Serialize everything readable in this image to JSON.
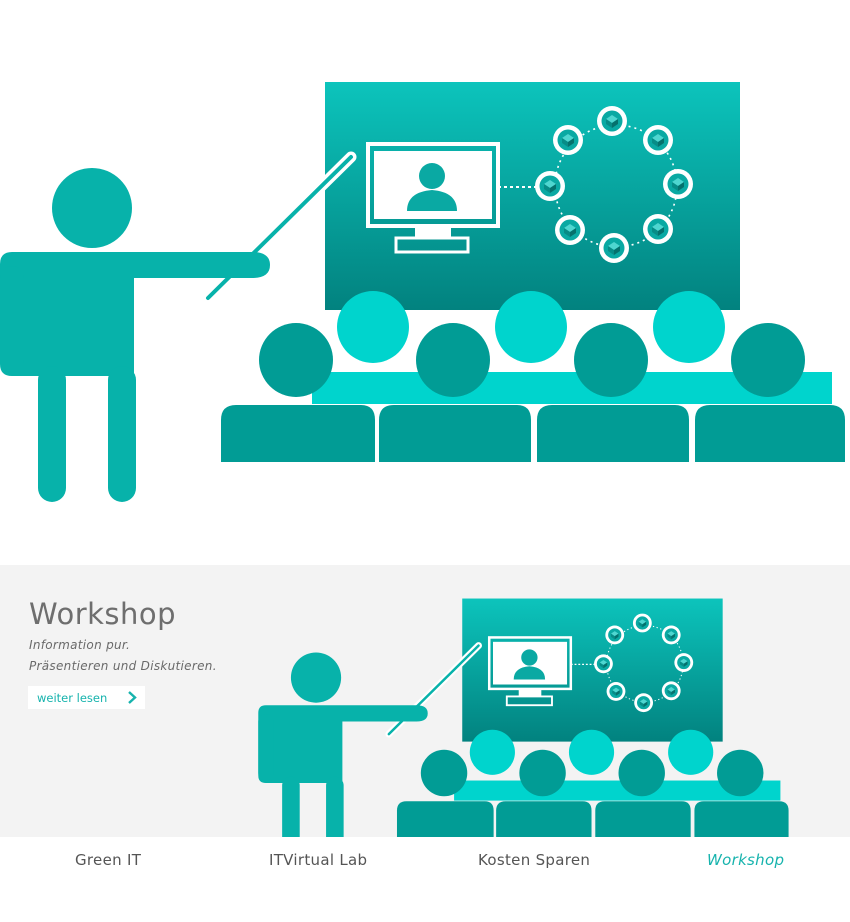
{
  "slide": {
    "title": "Workshop",
    "lines": [
      "Information pur.",
      "Präsentieren und Diskutieren."
    ],
    "read_more": "weiter lesen"
  },
  "tabs": [
    {
      "label": "Green IT",
      "active": false
    },
    {
      "label": "ITVirtual Lab",
      "active": false
    },
    {
      "label": "Kosten Sparen",
      "active": false
    },
    {
      "label": "Workshop",
      "active": true
    }
  ],
  "colors": {
    "accent": "#16b3ad",
    "teal": "#07b2aa",
    "teal_dark": "#019c95",
    "teal_light": "#00d4cd",
    "slide_background": "#f3f3f3"
  },
  "icons": [
    "presenter-figure",
    "presentation-screen",
    "monitor-avatar",
    "network-ring",
    "audience",
    "chevron-right-icon"
  ]
}
